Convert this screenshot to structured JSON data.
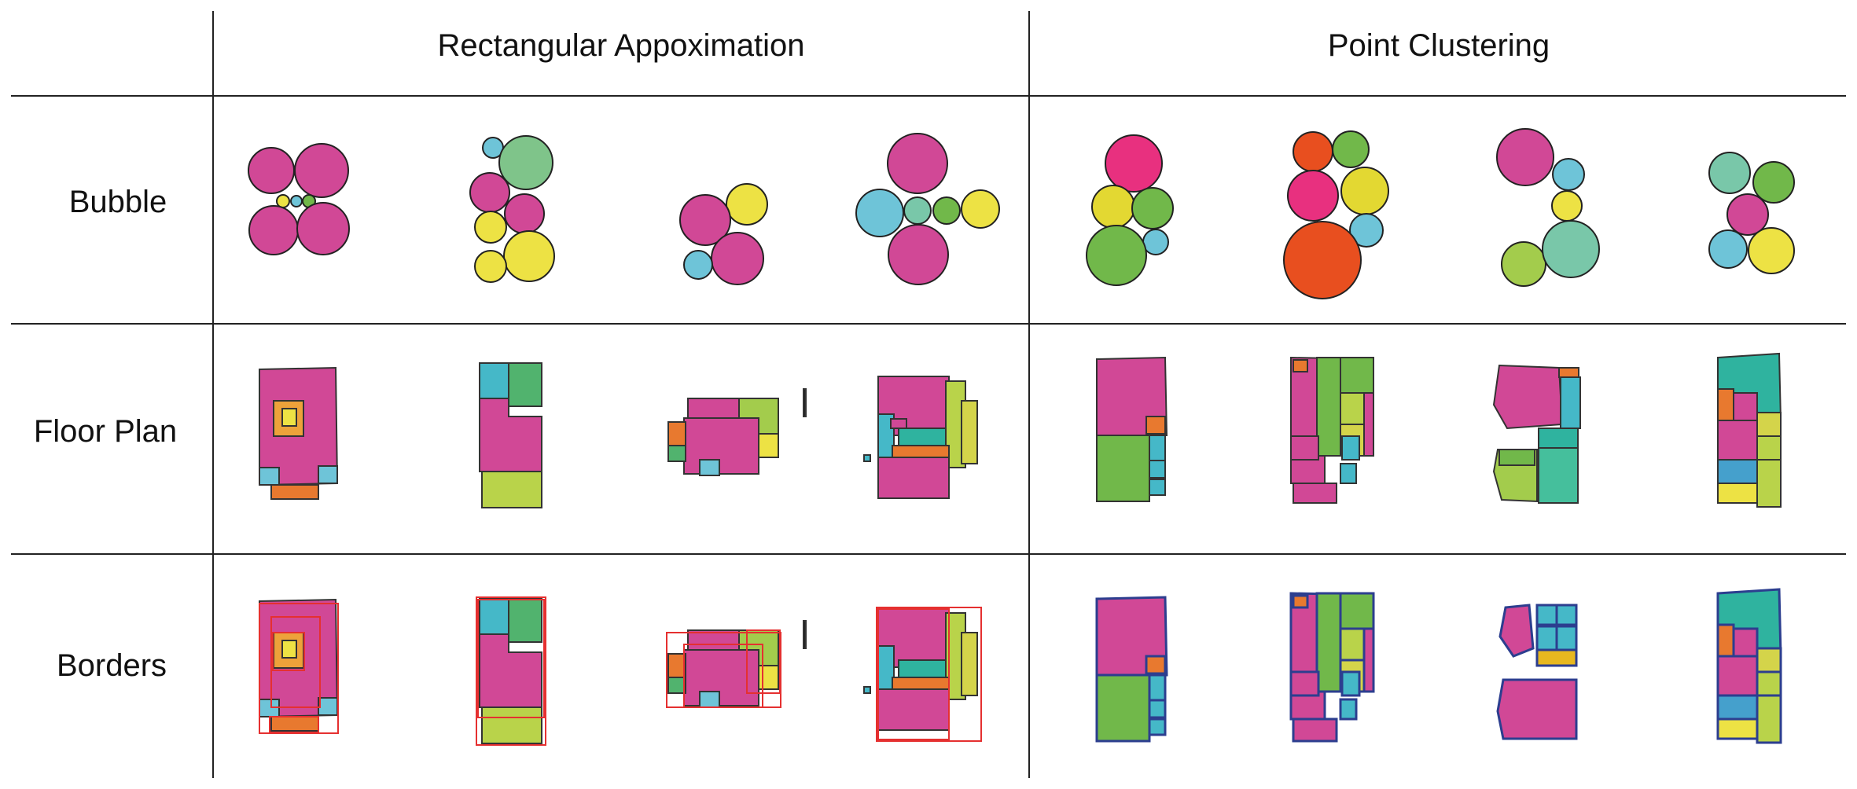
{
  "columns": [
    {
      "key": "rect",
      "title": "Rectangular Appoximation"
    },
    {
      "key": "point",
      "title": "Point Clustering"
    }
  ],
  "rows": [
    {
      "key": "bubble",
      "title": "Bubble"
    },
    {
      "key": "floor",
      "title": "Floor Plan"
    },
    {
      "key": "borders",
      "title": "Borders"
    }
  ],
  "colors": {
    "magenta": "#d14896",
    "pink": "#e8307f",
    "yellow": "#ede244",
    "green": "#71b84a",
    "lightgreen": "#7fc48a",
    "cyan": "#6ec4d8",
    "orange": "#e84f1f",
    "teal": "#79c7a9",
    "lime": "#a3cc4c",
    "red": "#e53030",
    "navy": "#2c3e8f"
  }
}
